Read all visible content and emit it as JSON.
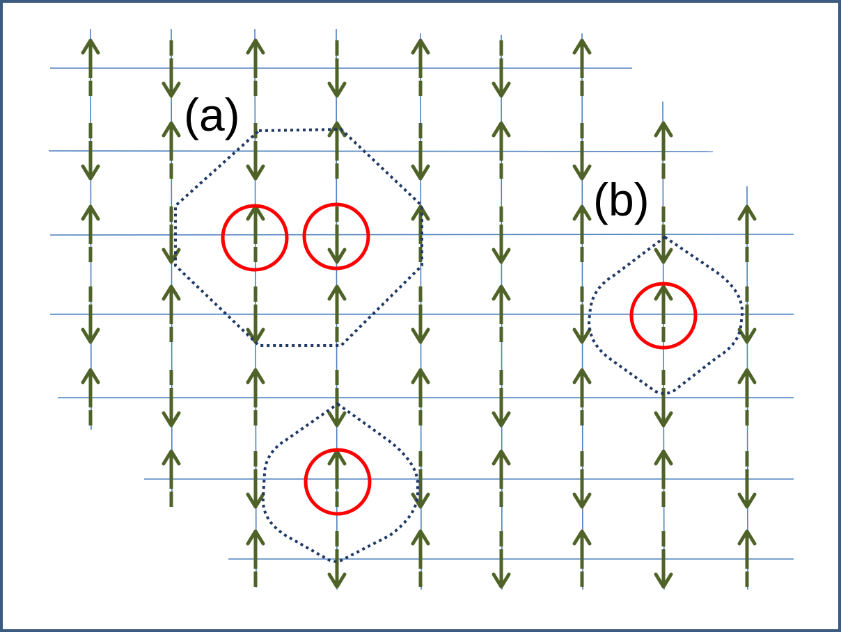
{
  "labels": {
    "a": "(a)",
    "b": "(b)"
  },
  "colors": {
    "frame": "#3d5a80",
    "lattice_line": "#4f81bd",
    "arrow": "#4f6228",
    "circle": "#ff0000",
    "dotted_boundary": "#1f3864"
  },
  "diagram": {
    "description_kind": "spin lattice",
    "columns": 9,
    "rows": 7
  }
}
